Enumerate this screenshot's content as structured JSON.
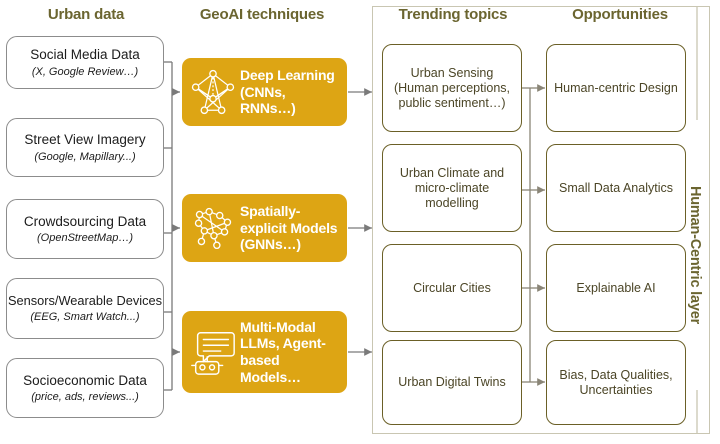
{
  "columns": {
    "urban_data": "Urban data",
    "geoai": "GeoAI techniques",
    "trending": "Trending topics",
    "opportunities": "Opportunities"
  },
  "side_label": "Human-Centric layer",
  "urban_data_items": [
    {
      "title": "Social Media Data",
      "source": "(X, Google Review…)"
    },
    {
      "title": "Street View Imagery",
      "source": "(Google, Mapillary...)"
    },
    {
      "title": "Crowdsourcing Data",
      "source": "(OpenStreetMap…)"
    },
    {
      "title": "Sensors/Wearable Devices",
      "source": "(EEG, Smart Watch...)"
    },
    {
      "title": "Socioeconomic Data",
      "source": "(price, ads, reviews...)"
    }
  ],
  "geoai_items": [
    {
      "label": "Deep Learning (CNNs, RNNs…)",
      "icon": "neural-network-icon"
    },
    {
      "label": "Spatially-explicit Models (GNNs…)",
      "icon": "graph-network-icon"
    },
    {
      "label": "Multi-Modal LLMs, Agent-based Models…",
      "icon": "robot-chat-icon"
    }
  ],
  "trending_items": [
    "Urban Sensing (Human perceptions, public sentiment…)",
    "Urban Climate and micro-climate modelling",
    "Circular Cities",
    "Urban Digital Twins"
  ],
  "opportunity_items": [
    "Human-centric Design",
    "Small Data Analytics",
    "Explainable AI",
    "Bias, Data Qualities, Uncertainties"
  ],
  "colors": {
    "accent_orange": "#dda514",
    "olive": "#6b6027",
    "olive_text": "#4b4526",
    "heading": "#6b6530",
    "gray_border": "#8c8c8c",
    "panel_border": "#c9c6b2",
    "connector": "#7a7a7a"
  }
}
